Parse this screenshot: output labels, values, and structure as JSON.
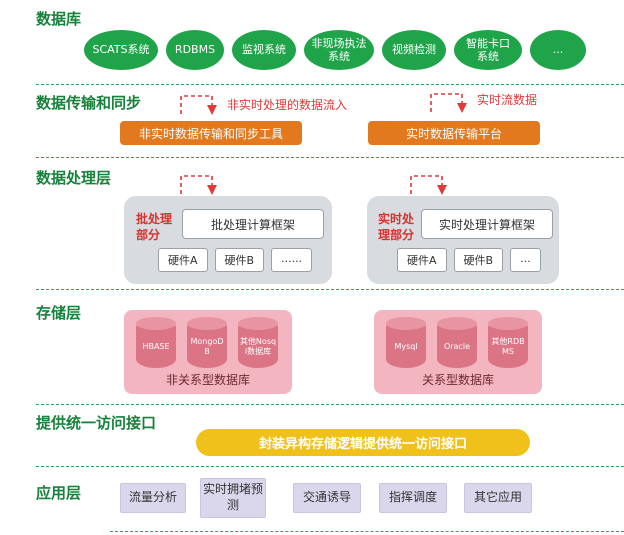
{
  "colors": {
    "section_title_green": "#17823b",
    "node_green": "#1fa44a",
    "separator_green": "#31a152",
    "flow_red": "#e03a3a",
    "transport_orange": "#e2791f",
    "processing_gray": "#d8dbdf",
    "processing_label_red": "#d8322e",
    "storage_pink": "#f3b6c0",
    "cylinder_rose": "#db7585",
    "interface_yellow": "#f0c11b",
    "app_purple": "#dad7ec"
  },
  "layers": {
    "db": {
      "title": "数据库",
      "nodes": [
        "SCATS系统",
        "RDBMS",
        "监视系统",
        "非现场执法系统",
        "视频检测",
        "智能卡口系统",
        "..."
      ]
    },
    "transport": {
      "title": "数据传输和同步",
      "flow_left_label": "非实时处理的数据流入",
      "flow_right_label": "实时流数据",
      "box_left": "非实时数据传输和同步工具",
      "box_right": "实时数据传输平台"
    },
    "processing": {
      "title": "数据处理层",
      "left": {
        "side_label": "批处理部分",
        "framework": "批处理计算框架",
        "hw": [
          "硬件A",
          "硬件B",
          "......"
        ]
      },
      "right": {
        "side_label": "实时处理部分",
        "framework": "实时处理计算框架",
        "hw": [
          "硬件A",
          "硬件B",
          "..."
        ]
      }
    },
    "storage": {
      "title": "存储层",
      "left": {
        "cylinders": [
          "HBASE",
          "MongoDB",
          "其他Nosql数据库"
        ],
        "label": "非关系型数据库"
      },
      "right": {
        "cylinders": [
          "Mysql",
          "Oracle",
          "其他RDBMS"
        ],
        "label": "关系型数据库"
      }
    },
    "interface": {
      "title": "提供统一访问接口",
      "bar": "封装异构存储逻辑提供统一访问接口"
    },
    "apps": {
      "title": "应用层",
      "items": [
        "流量分析",
        "实时拥堵预测",
        "交通诱导",
        "指挥调度",
        "其它应用"
      ]
    }
  }
}
